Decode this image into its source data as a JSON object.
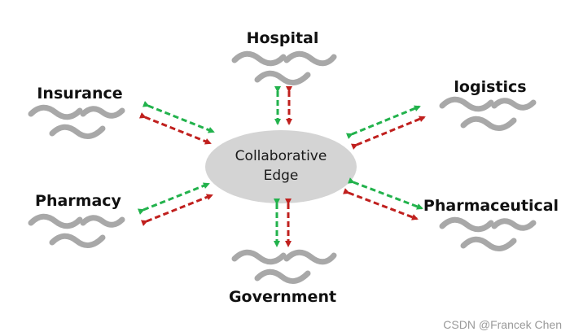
{
  "center": {
    "line1": "Collaborative",
    "line2": "Edge"
  },
  "nodes": [
    {
      "id": "hospital",
      "label": "Hospital"
    },
    {
      "id": "logistics",
      "label": "logistics"
    },
    {
      "id": "pharmaceutical",
      "label": "Pharmaceutical"
    },
    {
      "id": "government",
      "label": "Government"
    },
    {
      "id": "pharmacy",
      "label": "Pharmacy"
    },
    {
      "id": "insurance",
      "label": "Insurance"
    }
  ],
  "colors": {
    "green": "#22b24c",
    "red": "#c0201e",
    "ellipse": "#d4d4d4",
    "wave": "#a8a8a8"
  },
  "watermark": "CSDN @Francek Chen"
}
